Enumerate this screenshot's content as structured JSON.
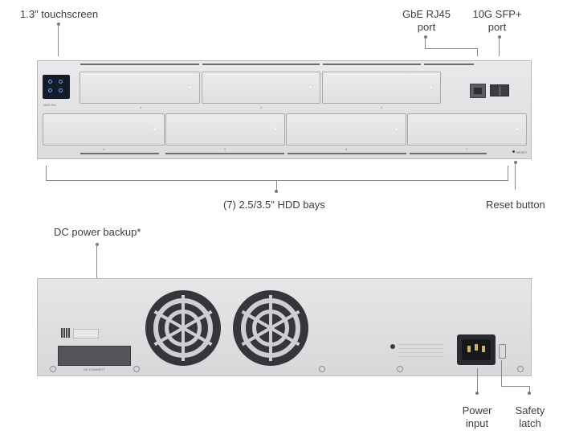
{
  "labels": {
    "touchscreen": "1.3\" touchscreen",
    "rj45": "GbE RJ45\nport",
    "sfp": "10G SFP+\nport",
    "hdd_bays": "(7) 2.5/3.5\" HDD bays",
    "reset": "Reset button",
    "dc_power": "DC power backup*",
    "power_input": "Power\ninput",
    "safety_latch": "Safety\nlatch"
  },
  "device": {
    "model_text": "NVR Pro",
    "reset_text": "RESET",
    "dc_text": "DC CONNECT",
    "bay_numbers": [
      "1",
      "2",
      "3",
      "4",
      "5",
      "6",
      "7"
    ]
  },
  "colors": {
    "chassis": "#e2e2e4",
    "screen": "#141b29",
    "callout_line": "#8a8a8a",
    "fan": "#34363a"
  }
}
